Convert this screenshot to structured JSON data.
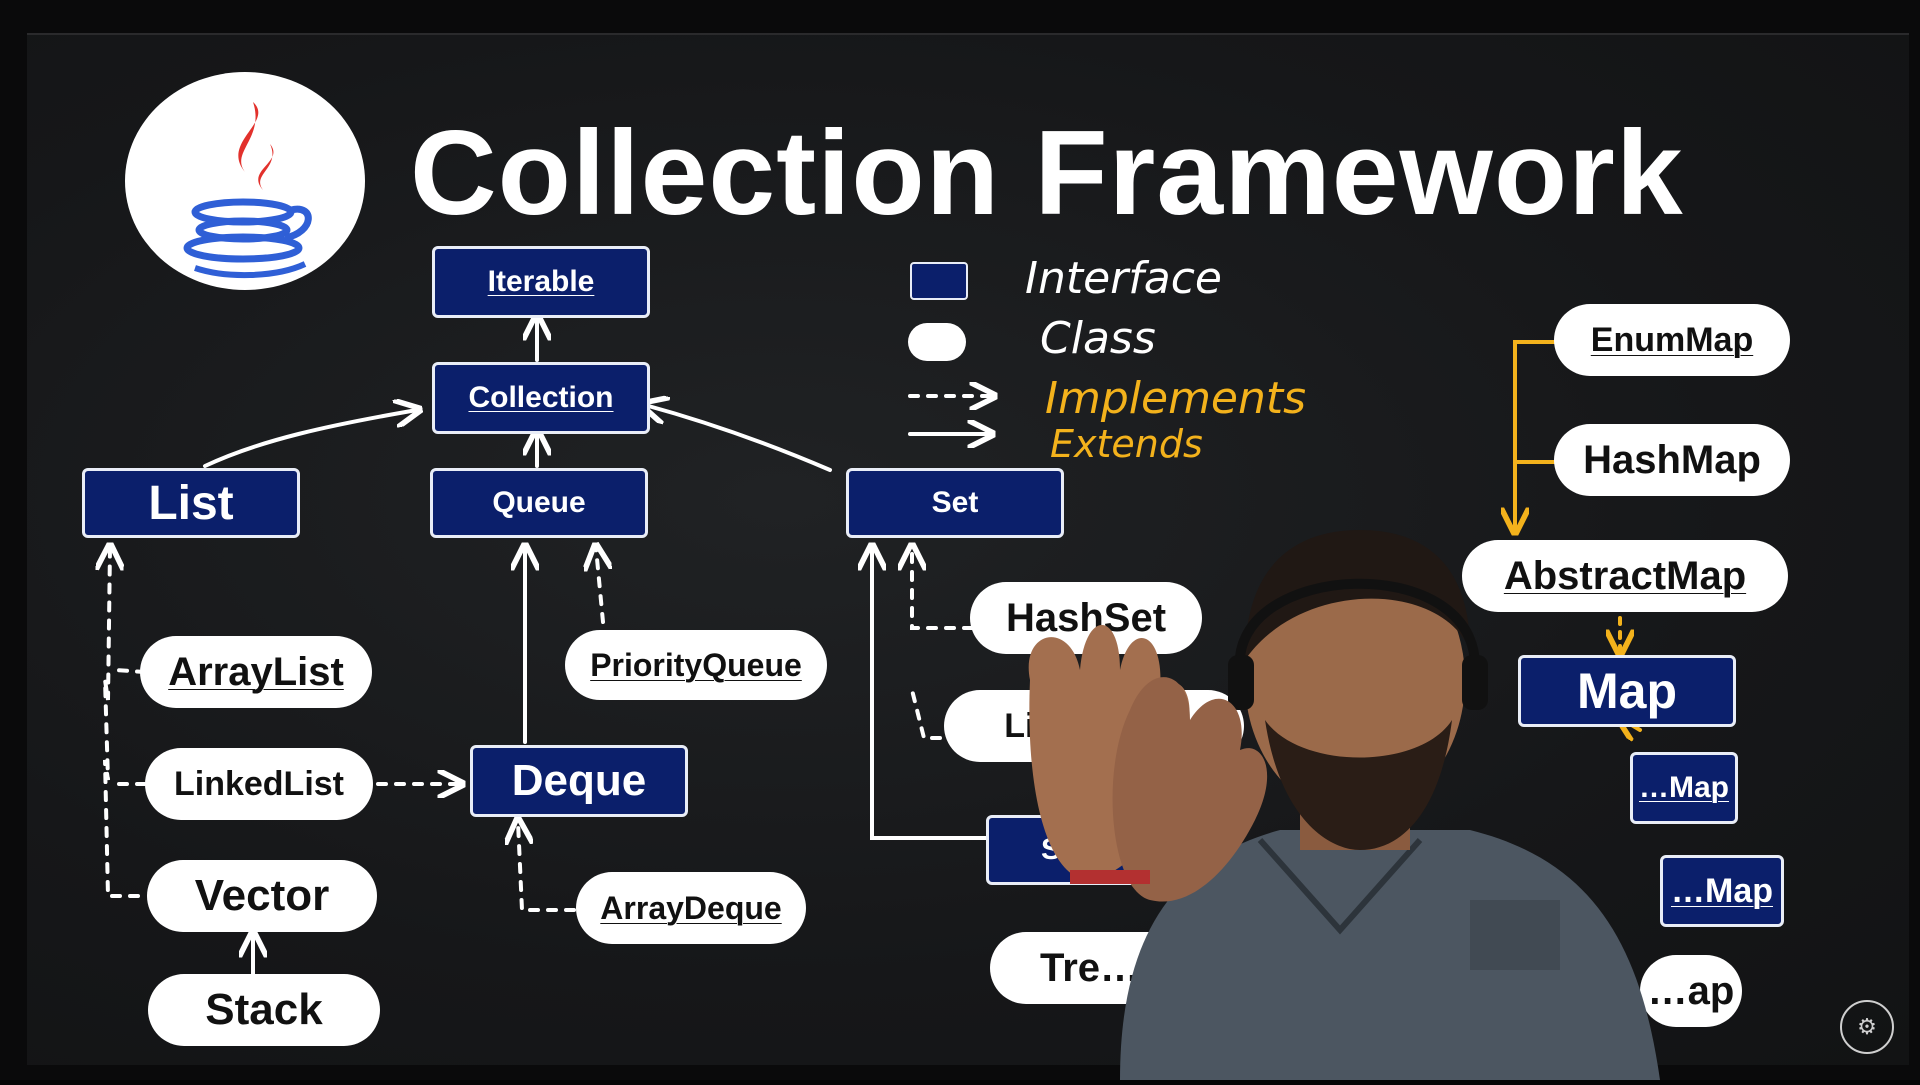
{
  "title": "Collection Framework",
  "legend": {
    "interface_label": "Interface",
    "class_label": "Class",
    "implements_label": "Implements",
    "extends_label": "Extends"
  },
  "nodes": {
    "iterable": "Iterable",
    "collection": "Collection",
    "list": "List",
    "queue": "Queue",
    "set": "Set",
    "arraylist": "ArrayList",
    "linkedlist": "LinkedList",
    "vector": "Vector",
    "stack": "Stack",
    "priorityqueue": "PriorityQueue",
    "deque": "Deque",
    "arraydeque": "ArrayDeque",
    "hashset": "HashSet",
    "linkedhashset": "Li…la…Set",
    "sortedset": "S…",
    "treeset": "Tre…",
    "enummap": "EnumMap",
    "hashmap": "HashMap",
    "abstractmap": "AbstractMap",
    "map": "Map",
    "map_child1": "…Map",
    "map_child2": "…Map",
    "map_child3": "…ap"
  },
  "colors": {
    "interface_fill": "#0b1f6b",
    "board": "#17181a",
    "implements_color": "#f3b21c",
    "arrow_color": "#ffffff"
  },
  "icons": {
    "logo": "java-logo-icon",
    "watermark": "channel-watermark-icon"
  }
}
